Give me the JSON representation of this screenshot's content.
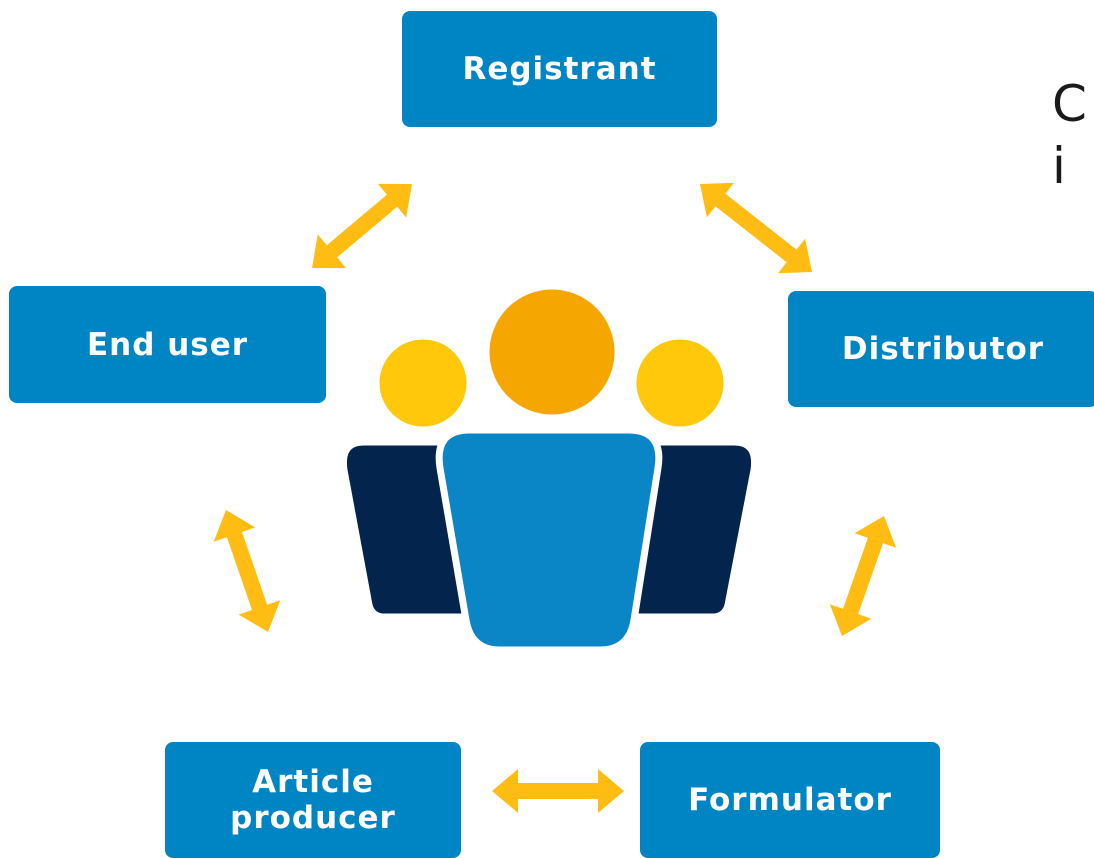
{
  "colors": {
    "node_fill": "#0085C4",
    "arrow": "#FFBD14",
    "head_side": "#FFC80A",
    "head_center": "#F5A600",
    "body_dark": "#03254D",
    "body_center": "#0A85C6",
    "outline": "#ffffff"
  },
  "nodes": {
    "registrant": "Registrant",
    "end_user": "End user",
    "distributor": "Distributor",
    "article_producer": "Article\nproducer",
    "formulator": "Formulator"
  },
  "side_text": {
    "line1": "C",
    "line2": "i"
  },
  "icons": {
    "center": "group-people-icon",
    "arrows": "double-headed-arrow-icon"
  }
}
